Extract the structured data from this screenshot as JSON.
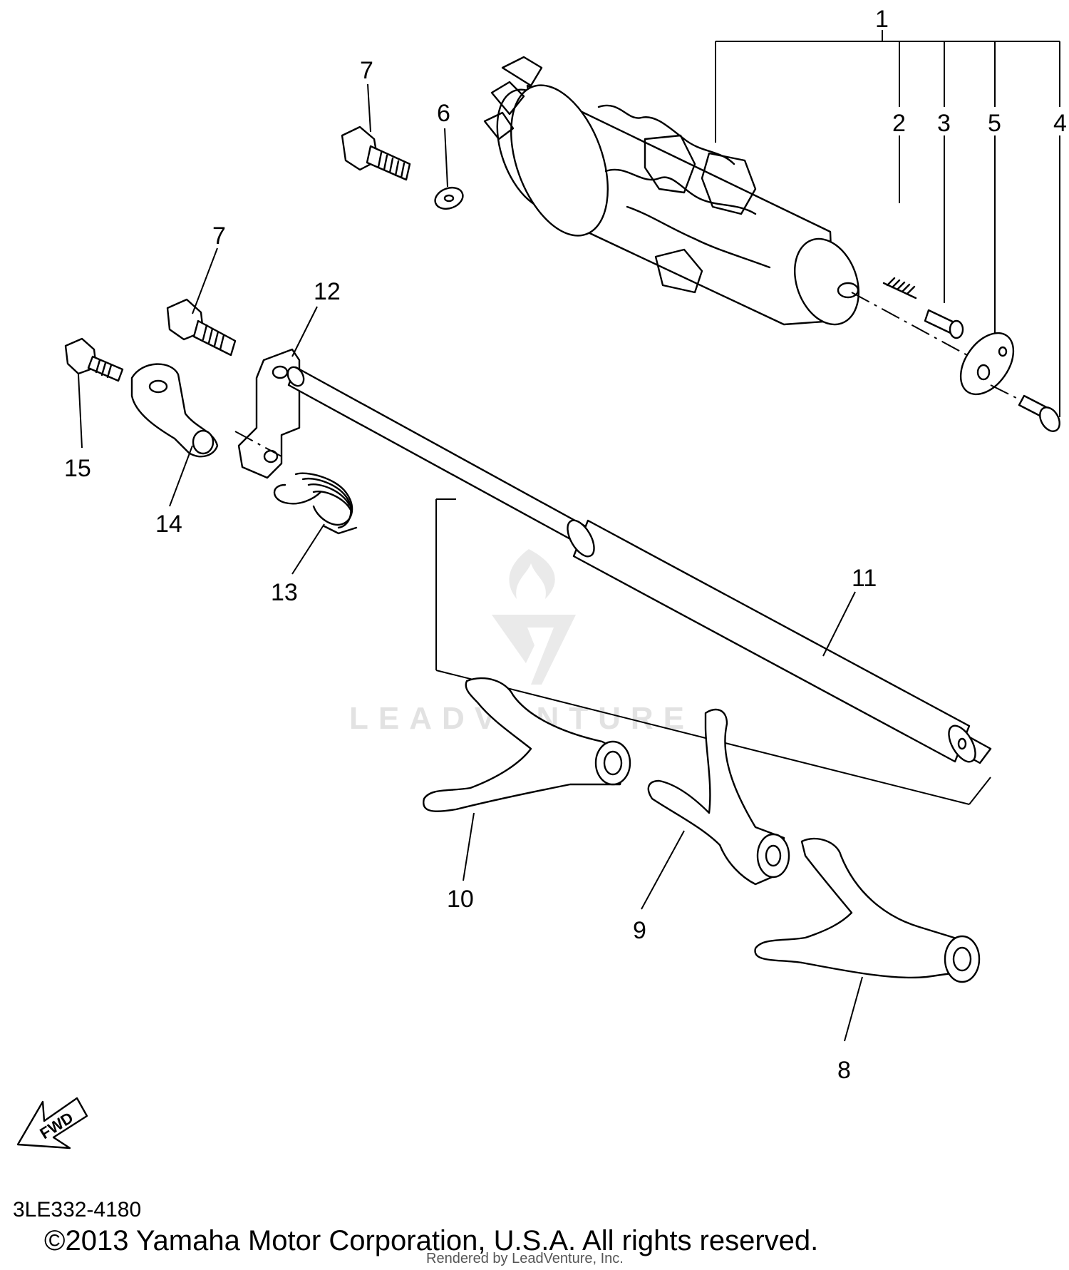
{
  "diagram": {
    "callouts": {
      "c1": "1",
      "c2": "2",
      "c3": "3",
      "c4": "4",
      "c5": "5",
      "c6": "6",
      "c7a": "7",
      "c7b": "7",
      "c8": "8",
      "c9": "9",
      "c10": "10",
      "c11": "11",
      "c12": "12",
      "c13": "13",
      "c14": "14",
      "c15": "15"
    },
    "fwd_label": "FWD",
    "watermark_text": "LEADVENTURE",
    "diagram_code": "3LE332-4180",
    "copyright": "©2013 Yamaha Motor Corporation, U.S.A. All rights reserved.",
    "render_credit": "Rendered by LeadVenture, Inc."
  }
}
